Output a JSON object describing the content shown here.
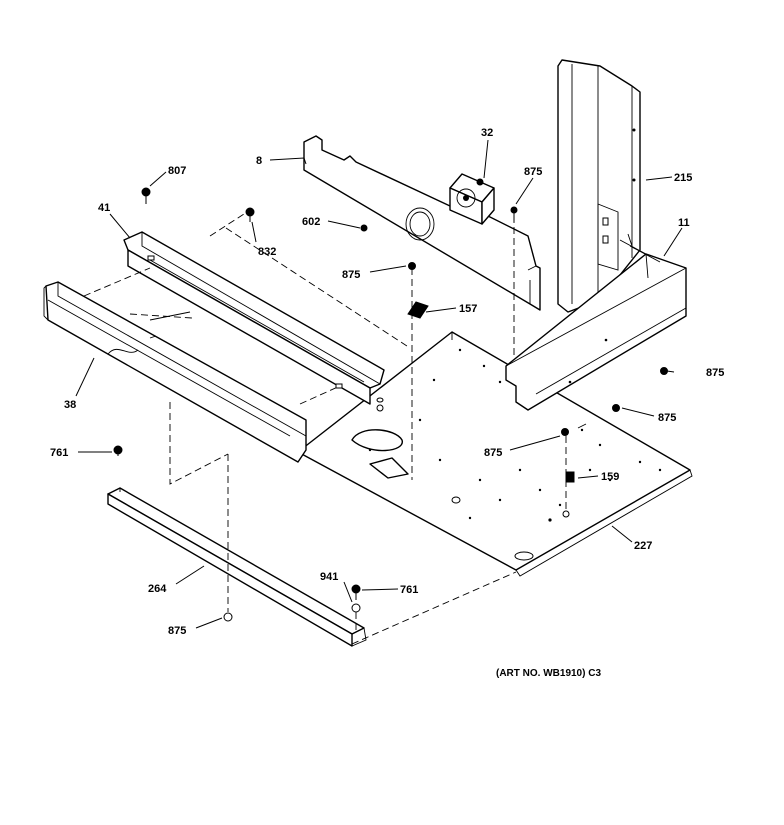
{
  "callouts": {
    "c8": "8",
    "c32": "32",
    "c807": "807",
    "c875_top": "875",
    "c215": "215",
    "c41": "41",
    "c602": "602",
    "c11": "11",
    "c832": "832",
    "c875_mid": "875",
    "c157": "157",
    "c38": "38",
    "c875_right1": "875",
    "c875_right2": "875",
    "c761_left": "761",
    "c875_center": "875",
    "c159": "159",
    "c227": "227",
    "c941": "941",
    "c761_bottom": "761",
    "c264": "264",
    "c875_bottom": "875"
  },
  "art_number": "(ART NO. WB1910) C3"
}
